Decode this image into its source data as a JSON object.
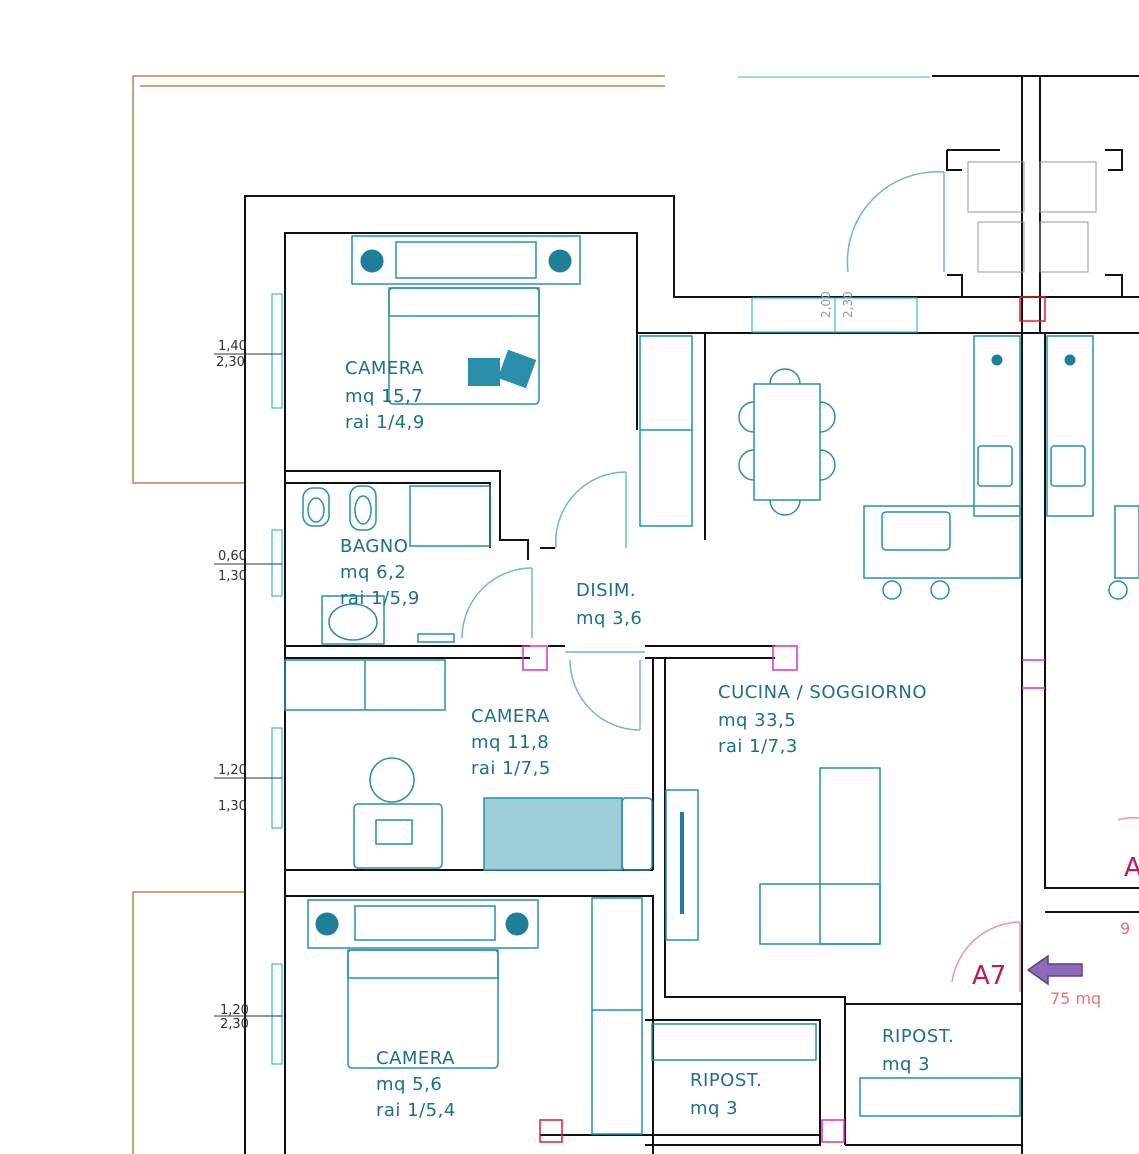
{
  "rooms": [
    {
      "name": "CAMERA",
      "area": "mq 15,7",
      "ratio": "rai 1/4,9"
    },
    {
      "name": "BAGNO",
      "area": "mq 6,2",
      "ratio": "rai 1/5,9"
    },
    {
      "name": "DISIM.",
      "area": "mq 3,6"
    },
    {
      "name": "CAMERA",
      "area": "mq 11,8",
      "ratio": "rai 1/7,5"
    },
    {
      "name": "CUCINA / SOGGIORNO",
      "area": "mq 33,5",
      "ratio": "rai 1/7,3"
    },
    {
      "name": "CAMERA",
      "area": "mq 5,6",
      "ratio": "rai 1/5,4"
    },
    {
      "name": "RIPOST.",
      "area": "mq 3"
    },
    {
      "name": "RIPOST.",
      "area": "mq 3"
    }
  ],
  "window_dims": [
    {
      "top": "1,40",
      "bottom": "2,30"
    },
    {
      "top": "0,60",
      "bottom": "1,30"
    },
    {
      "top": "1,20",
      "bottom": "1,30"
    },
    {
      "top": "1,20",
      "bottom": "2,30"
    }
  ],
  "door_dims": {
    "a": "2,00",
    "b": "2,30"
  },
  "unit": {
    "label": "A7",
    "area": "75 mq",
    "neighbor_label": "A",
    "neighbor_area": "9"
  },
  "colors": {
    "wall": "#111111",
    "furniture": "#2a8fa8",
    "door": "#6fb3e0",
    "unit": "#c2185b",
    "marker": "#d633c8",
    "terrace": "#c9a27a"
  }
}
